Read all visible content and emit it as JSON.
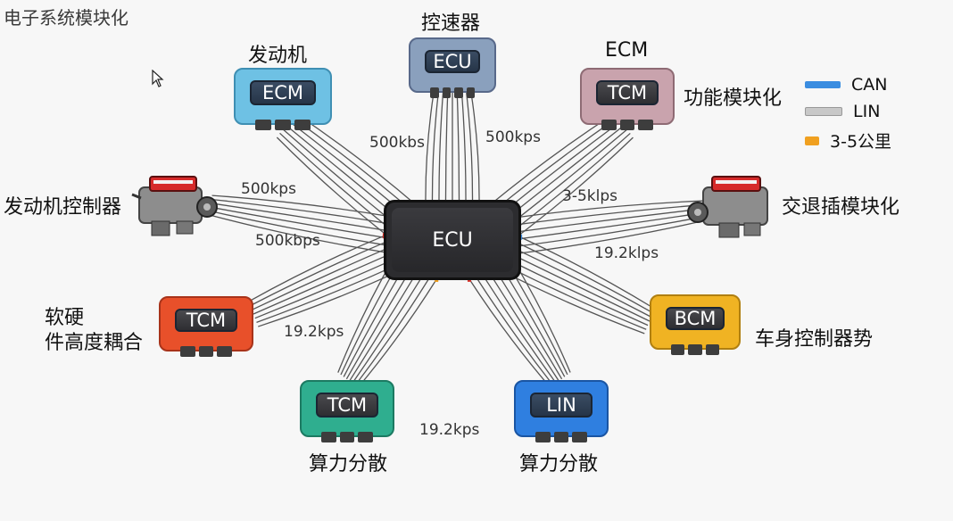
{
  "page_title": "电子系统模块化",
  "hub": {
    "label": "ECU"
  },
  "modules": {
    "top": {
      "caption": "控速器",
      "label": "ECU",
      "color": "#8aa0bd"
    },
    "top_left": {
      "caption": "发动机",
      "label": "ECM",
      "color": "#6ec1e4"
    },
    "top_right": {
      "caption": "ECM",
      "label": "TCM",
      "color": "#c9a3ad",
      "side_caption": "功能模块化"
    },
    "mid_left": {
      "caption_line1": "软硬",
      "caption_line2": "件高度耦合",
      "label": "TCM",
      "color": "#e8502a"
    },
    "bottom_left": {
      "caption": "算力分散",
      "label": "TCM",
      "color": "#2fae8f"
    },
    "bottom_right": {
      "caption": "算力分散",
      "label": "LIN",
      "color": "#2f7fe0"
    },
    "mid_right": {
      "caption": "车身控制器势",
      "label": "BCM",
      "color": "#f0b323"
    }
  },
  "engines": {
    "left_caption": "发动机控制器",
    "right_caption": "交退插模块化"
  },
  "rates": {
    "r1": "500kbs",
    "r2": "500kps",
    "r3": "500kps",
    "r4": "500kbps",
    "r5": "3-5klps",
    "r6": "19.2klps",
    "r7": "19.2kps",
    "r8": "19.2kps"
  },
  "legend": [
    {
      "label": "CAN",
      "color": "#3b8de0"
    },
    {
      "label": "LIN",
      "color": "#c8c8c8"
    },
    {
      "label": "3-5公里",
      "color": "#f0a020"
    }
  ]
}
